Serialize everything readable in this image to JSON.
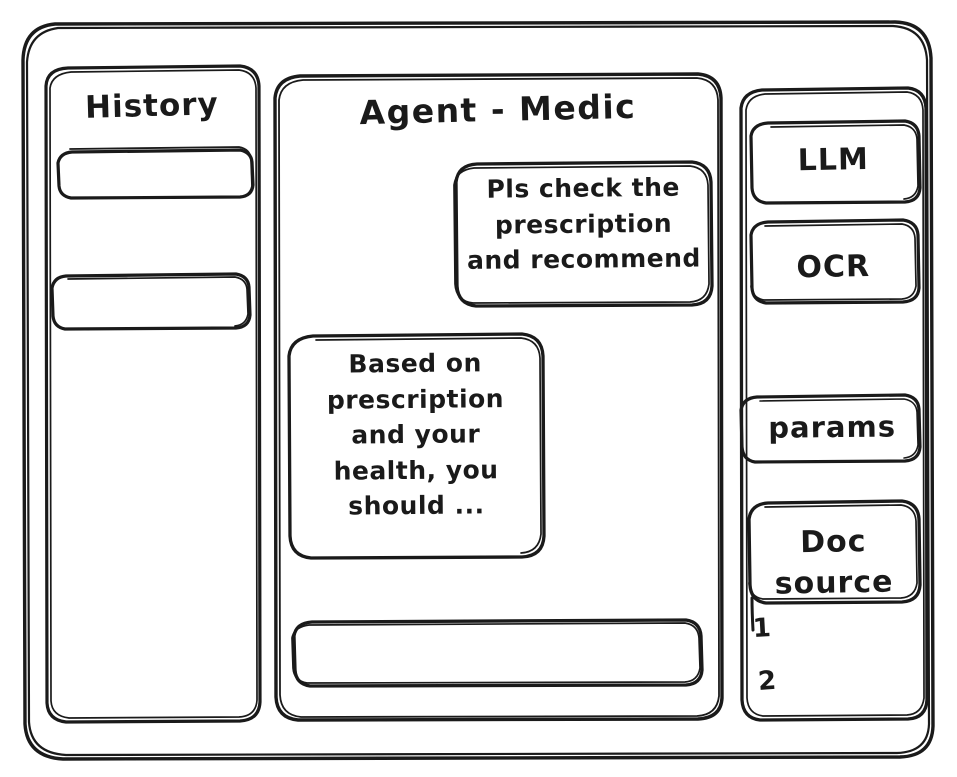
{
  "window": {
    "style": "hand-drawn wireframe",
    "background": "#ffffff",
    "ink": "#1a1a1a"
  },
  "history_panel": {
    "title": "History",
    "items": [
      {
        "label": "",
        "name": "history-item-1"
      },
      {
        "label": "",
        "name": "history-item-2"
      }
    ]
  },
  "main_panel": {
    "title": "Agent - Medic",
    "messages": [
      {
        "role": "user",
        "align": "right",
        "text": "Pls check the\nprescription\nand recommend"
      },
      {
        "role": "assistant",
        "align": "left",
        "text": "Based on\nprescription\nand your\nhealth, you\nshould ..."
      }
    ],
    "composer": {
      "value": "",
      "placeholder": ""
    }
  },
  "tools_panel": {
    "items": [
      {
        "label": "LLM"
      },
      {
        "label": "OCR"
      },
      {
        "label": "params"
      },
      {
        "label": "Doc\nsource"
      }
    ],
    "doc_sources": [
      {
        "label": "1"
      },
      {
        "label": "2"
      }
    ]
  }
}
